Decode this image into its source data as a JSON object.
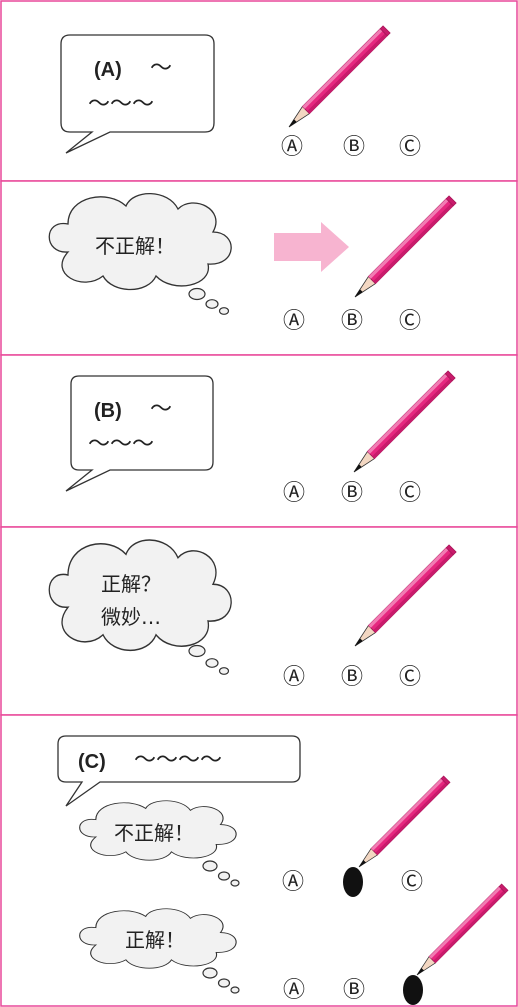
{
  "colors": {
    "panel_border": "#e9489a",
    "pencil_body": "#e6277f",
    "pencil_light": "#f27bb3",
    "arrow": "#f7b4d0",
    "bubble_fill": "#ffffff",
    "cloud_fill": "#f2f2f2",
    "ink": "#222222"
  },
  "answer_choices": [
    "Ⓐ",
    "Ⓑ",
    "Ⓒ"
  ],
  "panels": [
    {
      "id": "panel-1",
      "bubble": {
        "type": "speech",
        "label": "(A)",
        "text_line1": "～",
        "text_line2": "～～～"
      },
      "pencil_points_to": "A"
    },
    {
      "id": "panel-2",
      "cloud": {
        "text": "不正解！"
      },
      "arrow": "arrow-right-icon",
      "pencil_points_to": "B"
    },
    {
      "id": "panel-3",
      "bubble": {
        "type": "speech",
        "label": "(B)",
        "text_line1": "～",
        "text_line2": "～～～"
      },
      "pencil_points_to": "B"
    },
    {
      "id": "panel-4",
      "cloud": {
        "text_line1": "正解？",
        "text_line2": "微妙…"
      },
      "pencil_points_to": "B"
    },
    {
      "id": "panel-5",
      "bubble": {
        "type": "speech",
        "label": "(C)",
        "text_line1": "～～～～"
      },
      "cloud_a": {
        "text": "不正解！"
      },
      "cloud_b": {
        "text": "正解！"
      },
      "row_a_marked": "B",
      "row_b_marked": "C"
    }
  ]
}
